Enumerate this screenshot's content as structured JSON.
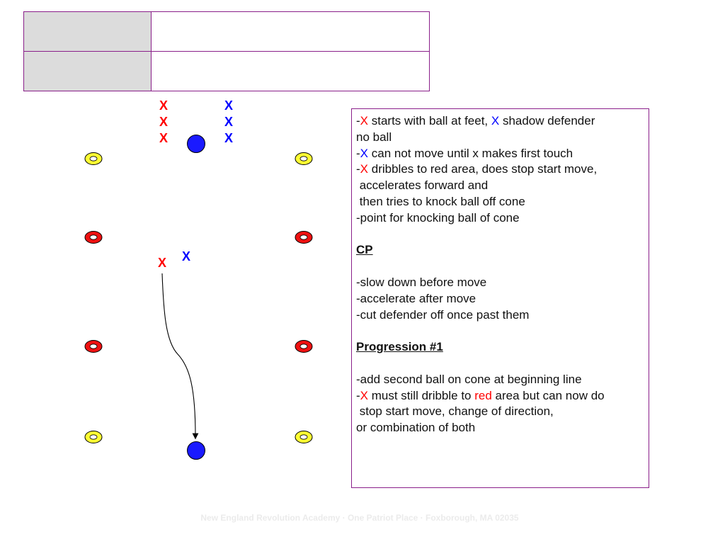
{
  "colors": {
    "attacker": "#ff0000",
    "defender": "#0000ff",
    "ball": "#1a1aff",
    "yellow_cone": "#ffff33",
    "red_cone": "#ee1111",
    "border": "#8a1f8a"
  },
  "header_table": {
    "rows": [
      {
        "label": "",
        "value": ""
      },
      {
        "label": "",
        "value": ""
      }
    ]
  },
  "diagram": {
    "player_marker": "X",
    "attackers_queue": 3,
    "defenders_queue": 3,
    "icons": [
      "attacker-x-icon",
      "defender-x-icon",
      "ball-icon",
      "yellow-cone-icon",
      "red-cone-icon",
      "dribble-path-arrow"
    ]
  },
  "notes": {
    "line1": {
      "dash": "-",
      "x_red": "X",
      "text_a": " starts with ball at feet, ",
      "x_blue": "X",
      "text_b": " shadow defender"
    },
    "line2": "no ball",
    "line3": {
      "dash": "-",
      "x_blue": "X",
      "text": " can not move until x makes first touch"
    },
    "line4": {
      "dash": "-",
      "x_red": "X",
      "text": " dribbles to red area, does stop start move,"
    },
    "line5": " accelerates forward and",
    "line6": " then tries to knock ball off cone",
    "line7": "-point for knocking ball of cone",
    "cp_heading": "CP",
    "cp_items": [
      "-slow down before move",
      "-accelerate after move",
      "-cut defender off once past them"
    ],
    "progression_heading": "Progression #1",
    "prog_line1": "-add second ball on cone at beginning line",
    "prog_line2": {
      "dash": "-",
      "x_red": "X",
      "text_a": " must still dribble to ",
      "red_word": "red",
      "text_b": " area but can now do"
    },
    "prog_line3": " stop start move, change of direction,",
    "prog_line4": "or combination of both"
  },
  "footer": "New England Revolution Academy · One Patriot Place · Foxborough, MA 02035"
}
